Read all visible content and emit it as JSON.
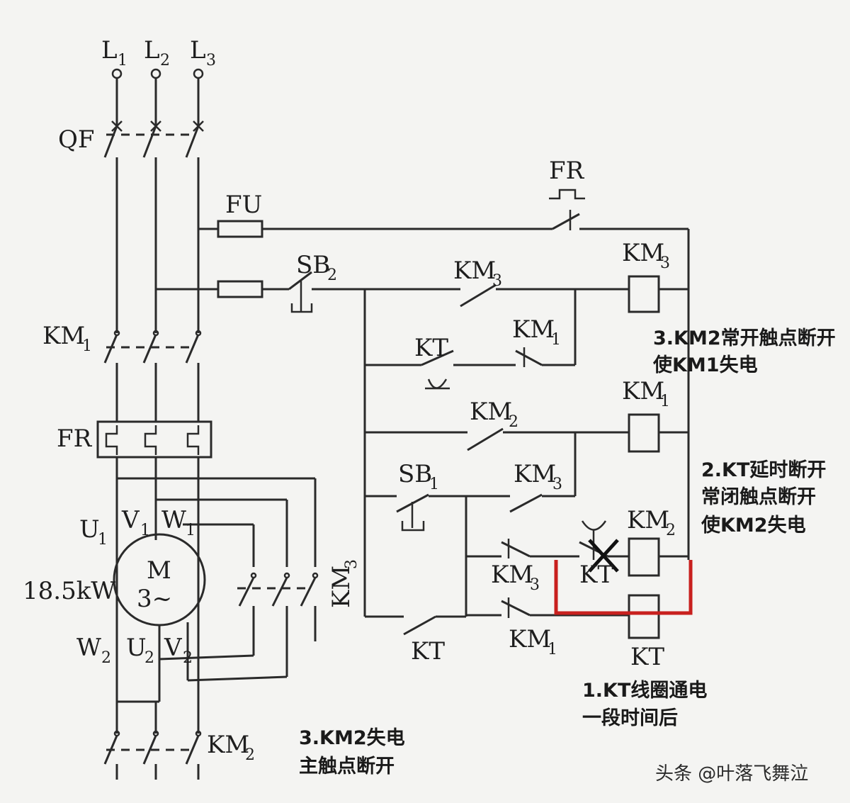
{
  "labels": {
    "L1": "L",
    "L1_sub": "1",
    "L2": "L",
    "L2_sub": "2",
    "L3": "L",
    "L3_sub": "3",
    "QF": "QF",
    "FU": "FU",
    "FR_ctrl": "FR",
    "SB2": "SB",
    "SB2_sub": "2",
    "KM3_nc": "KM",
    "KM3_nc_sub": "3",
    "KM3_coil": "KM",
    "KM3_coil_sub": "3",
    "KM1_main": "KM",
    "KM1_main_sub": "1",
    "KT_top": "KT",
    "KM1_nc": "KM",
    "KM1_nc_sub": "1",
    "KM1_coil": "KM",
    "KM1_coil_sub": "1",
    "KM2_no": "KM",
    "KM2_no_sub": "2",
    "FR_main": "FR",
    "SB1": "SB",
    "SB1_sub": "1",
    "KM3_no": "KM",
    "KM3_no_sub": "3",
    "KM2_coil": "KM",
    "KM2_coil_sub": "2",
    "KT_delay": "KT",
    "KM3_lower": "KM",
    "KM3_lower_sub": "3",
    "KM1_lower": "KM",
    "KM1_lower_sub": "1",
    "KT_bottom": "KT",
    "KT_coil": "KT",
    "U1": "U",
    "U1_sub": "1",
    "V1": "V",
    "V1_sub": "1",
    "W1": "W",
    "W1_sub": "1",
    "M": "M",
    "M_phase": "3~",
    "power": "18.5kW",
    "W2": "W",
    "W2_sub": "2",
    "U2": "U",
    "U2_sub": "2",
    "V2": "V",
    "V2_sub": "2",
    "KM3_main": "KM",
    "KM3_main_sub": "3",
    "KM2_main": "KM",
    "KM2_main_sub": "2"
  },
  "notes": {
    "n3a_line1": "3.KM2常开触点断开",
    "n3a_line2": "使KM1失电",
    "n2_line1": "2.KT延时断开",
    "n2_line2": "常闭触点断开",
    "n2_line3": "使KM2失电",
    "n1_line1": "1.KT线圈通电",
    "n1_line2": "一段时间后",
    "n3b_line1": "3.KM2失电",
    "n3b_line2": "主触点断开"
  },
  "watermark": "头条 @叶落飞舞泣",
  "colors": {
    "highlight": "#c8201e",
    "ink": "#2a2a2a",
    "paper": "#f4f4f2"
  }
}
